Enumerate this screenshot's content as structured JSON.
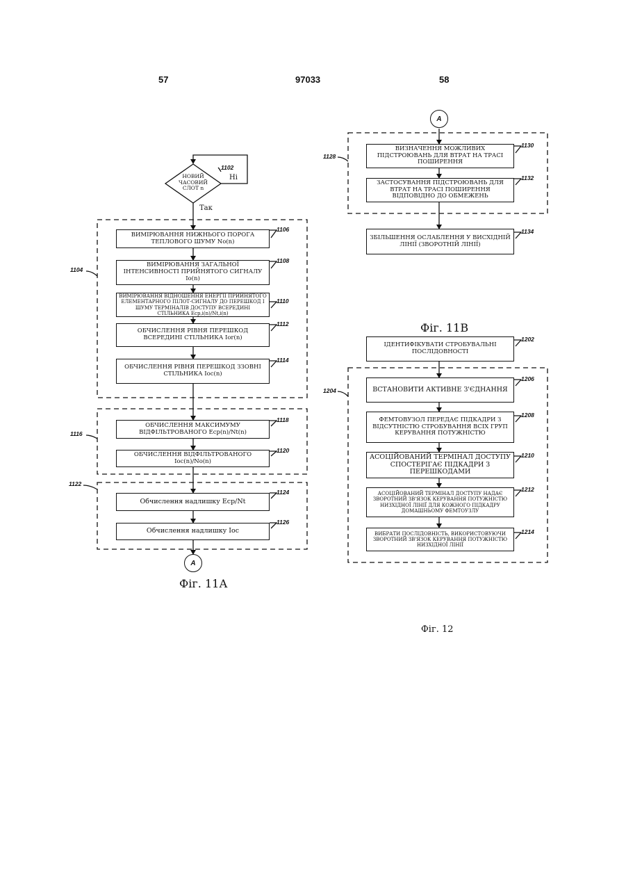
{
  "header": {
    "page_left": "57",
    "doc_number": "97033",
    "page_right": "58"
  },
  "fig11a": {
    "caption": "Фіг. 11А",
    "decision": {
      "text": "НОВИЙ ЧАСОВИЙ СЛОТ n",
      "ref": "1102",
      "no_label": "Ні",
      "yes_label": "Так"
    },
    "group_refs": {
      "g1": "1104",
      "g2": "1116",
      "g3": "1122"
    },
    "steps": [
      {
        "ref": "1106",
        "text": "ВИМІРЮВАННЯ НИЖНЬОГО ПОРОГА ТЕПЛОВОГО ШУМУ  No(n)"
      },
      {
        "ref": "1108",
        "text": "ВИМІРЮВАННЯ ЗАГАЛЬНОЇ ІНТЕНСИВНОСТІ ПРИЙНЯТОГО СИГНАЛУ  Io(n)"
      },
      {
        "ref": "1110",
        "text": "ВИМІРЮВАННЯ ВІДНОШЕННЯ ЕНЕРГІЇ ПРИЙНЯТОГО ЕЛЕМЕНТАРНОГО ПІЛОТ-СИГНАЛУ ДО ПЕРЕШКОД І ШУМУ ТЕРМІНАЛІВ ДОСТУПУ ВСЕРЕДИНІ СТІЛЬНИКА  Ecp,i(n)/Nt,i(n)"
      },
      {
        "ref": "1112",
        "text": "ОБЧИСЛЕННЯ РІВНЯ ПЕРЕШКОД ВСЕРЕДИНІ СТІЛЬНИКА  Ior(n)"
      },
      {
        "ref": "1114",
        "text": "ОБЧИСЛЕННЯ РІВНЯ ПЕРЕШКОД ЗЗОВНІ СТІЛЬНИКА  Ioc(n)"
      },
      {
        "ref": "1118",
        "text": "ОБЧИСЛЕННЯ МАКСИМУМУ ВІДФІЛЬТРОВАНОГО Ecp(n)/Nt(n)"
      },
      {
        "ref": "1120",
        "text": "ОБЧИСЛЕННЯ ВІДФІЛЬТРОВАНОГО Ioc(n)/No(n)"
      },
      {
        "ref": "1124",
        "text": "Обчислення надлишку Ecp/Nt"
      },
      {
        "ref": "1126",
        "text": "Обчислення надлишку Ioc"
      }
    ],
    "connector": "A"
  },
  "fig11b": {
    "caption": "Фіг. 11В",
    "connector": "A",
    "group_ref": "1128",
    "steps": [
      {
        "ref": "1130",
        "text": "ВИЗНАЧЕННЯ МОЖЛИВИХ ПІДСТРОЮВАНЬ ДЛЯ ВТРАТ НА ТРАСІ ПОШИРЕННЯ"
      },
      {
        "ref": "1132",
        "text": "ЗАСТОСУВАННЯ ПІДСТРОЮВАНЬ ДЛЯ ВТРАТ НА ТРАСІ ПОШИРЕННЯ ВІДПОВІДНО ДО ОБМЕЖЕНЬ"
      },
      {
        "ref": "1134",
        "text": "ЗБІЛЬШЕННЯ ОСЛАБЛЕННЯ У ВИСХІДНІЙ ЛІНІЇ (ЗВОРОТНІЙ ЛІНІЇ)"
      }
    ]
  },
  "fig12": {
    "caption": "Фіг. 12",
    "group_ref": "1204",
    "steps": [
      {
        "ref": "1202",
        "text": "ІДЕНТИФІКУВАТИ СТРОБУВАЛЬНІ ПОСЛІДОВНОСТІ"
      },
      {
        "ref": "1206",
        "text": "ВСТАНОВИТИ АКТИВНЕ З'ЄДНАННЯ"
      },
      {
        "ref": "1208",
        "text": "ФЕМТОВУЗОЛ ПЕРЕДАЄ ПІДКАДРИ З ВІДСУТНІСТЮ СТРОБУВАННЯ ВСІХ ГРУП КЕРУВАННЯ ПОТУЖНІСТЮ"
      },
      {
        "ref": "1210",
        "text": "АСОЦІЙОВАНИЙ ТЕРМІНАЛ ДОСТУПУ СПОСТЕРІГАЄ ПІДКАДРИ З ПЕРЕШКОДАМИ"
      },
      {
        "ref": "1212",
        "text": "АСОЦІЙОВАНИЙ ТЕРМІНАЛ ДОСТУПУ НАДАЄ ЗВОРОТНИЙ ЗВ'ЯЗОК КЕРУВАННЯ ПОТУЖНІСТЮ НИЗХІДНОЇ ЛІНІЇ ДЛЯ КОЖНОГО ПІДКАДРУ ДОМАШНЬОМУ ФЕМТОУЗЛУ"
      },
      {
        "ref": "1214",
        "text": "ВИБРАТИ ПОСЛІДОВНІСТЬ, ВИКОРИСТОВУЮЧИ ЗВОРОТНИЙ ЗВ'ЯЗОК КЕРУВАННЯ ПОТУЖНІСТЮ НИЗХІДНОЇ ЛІНІЇ"
      }
    ]
  }
}
